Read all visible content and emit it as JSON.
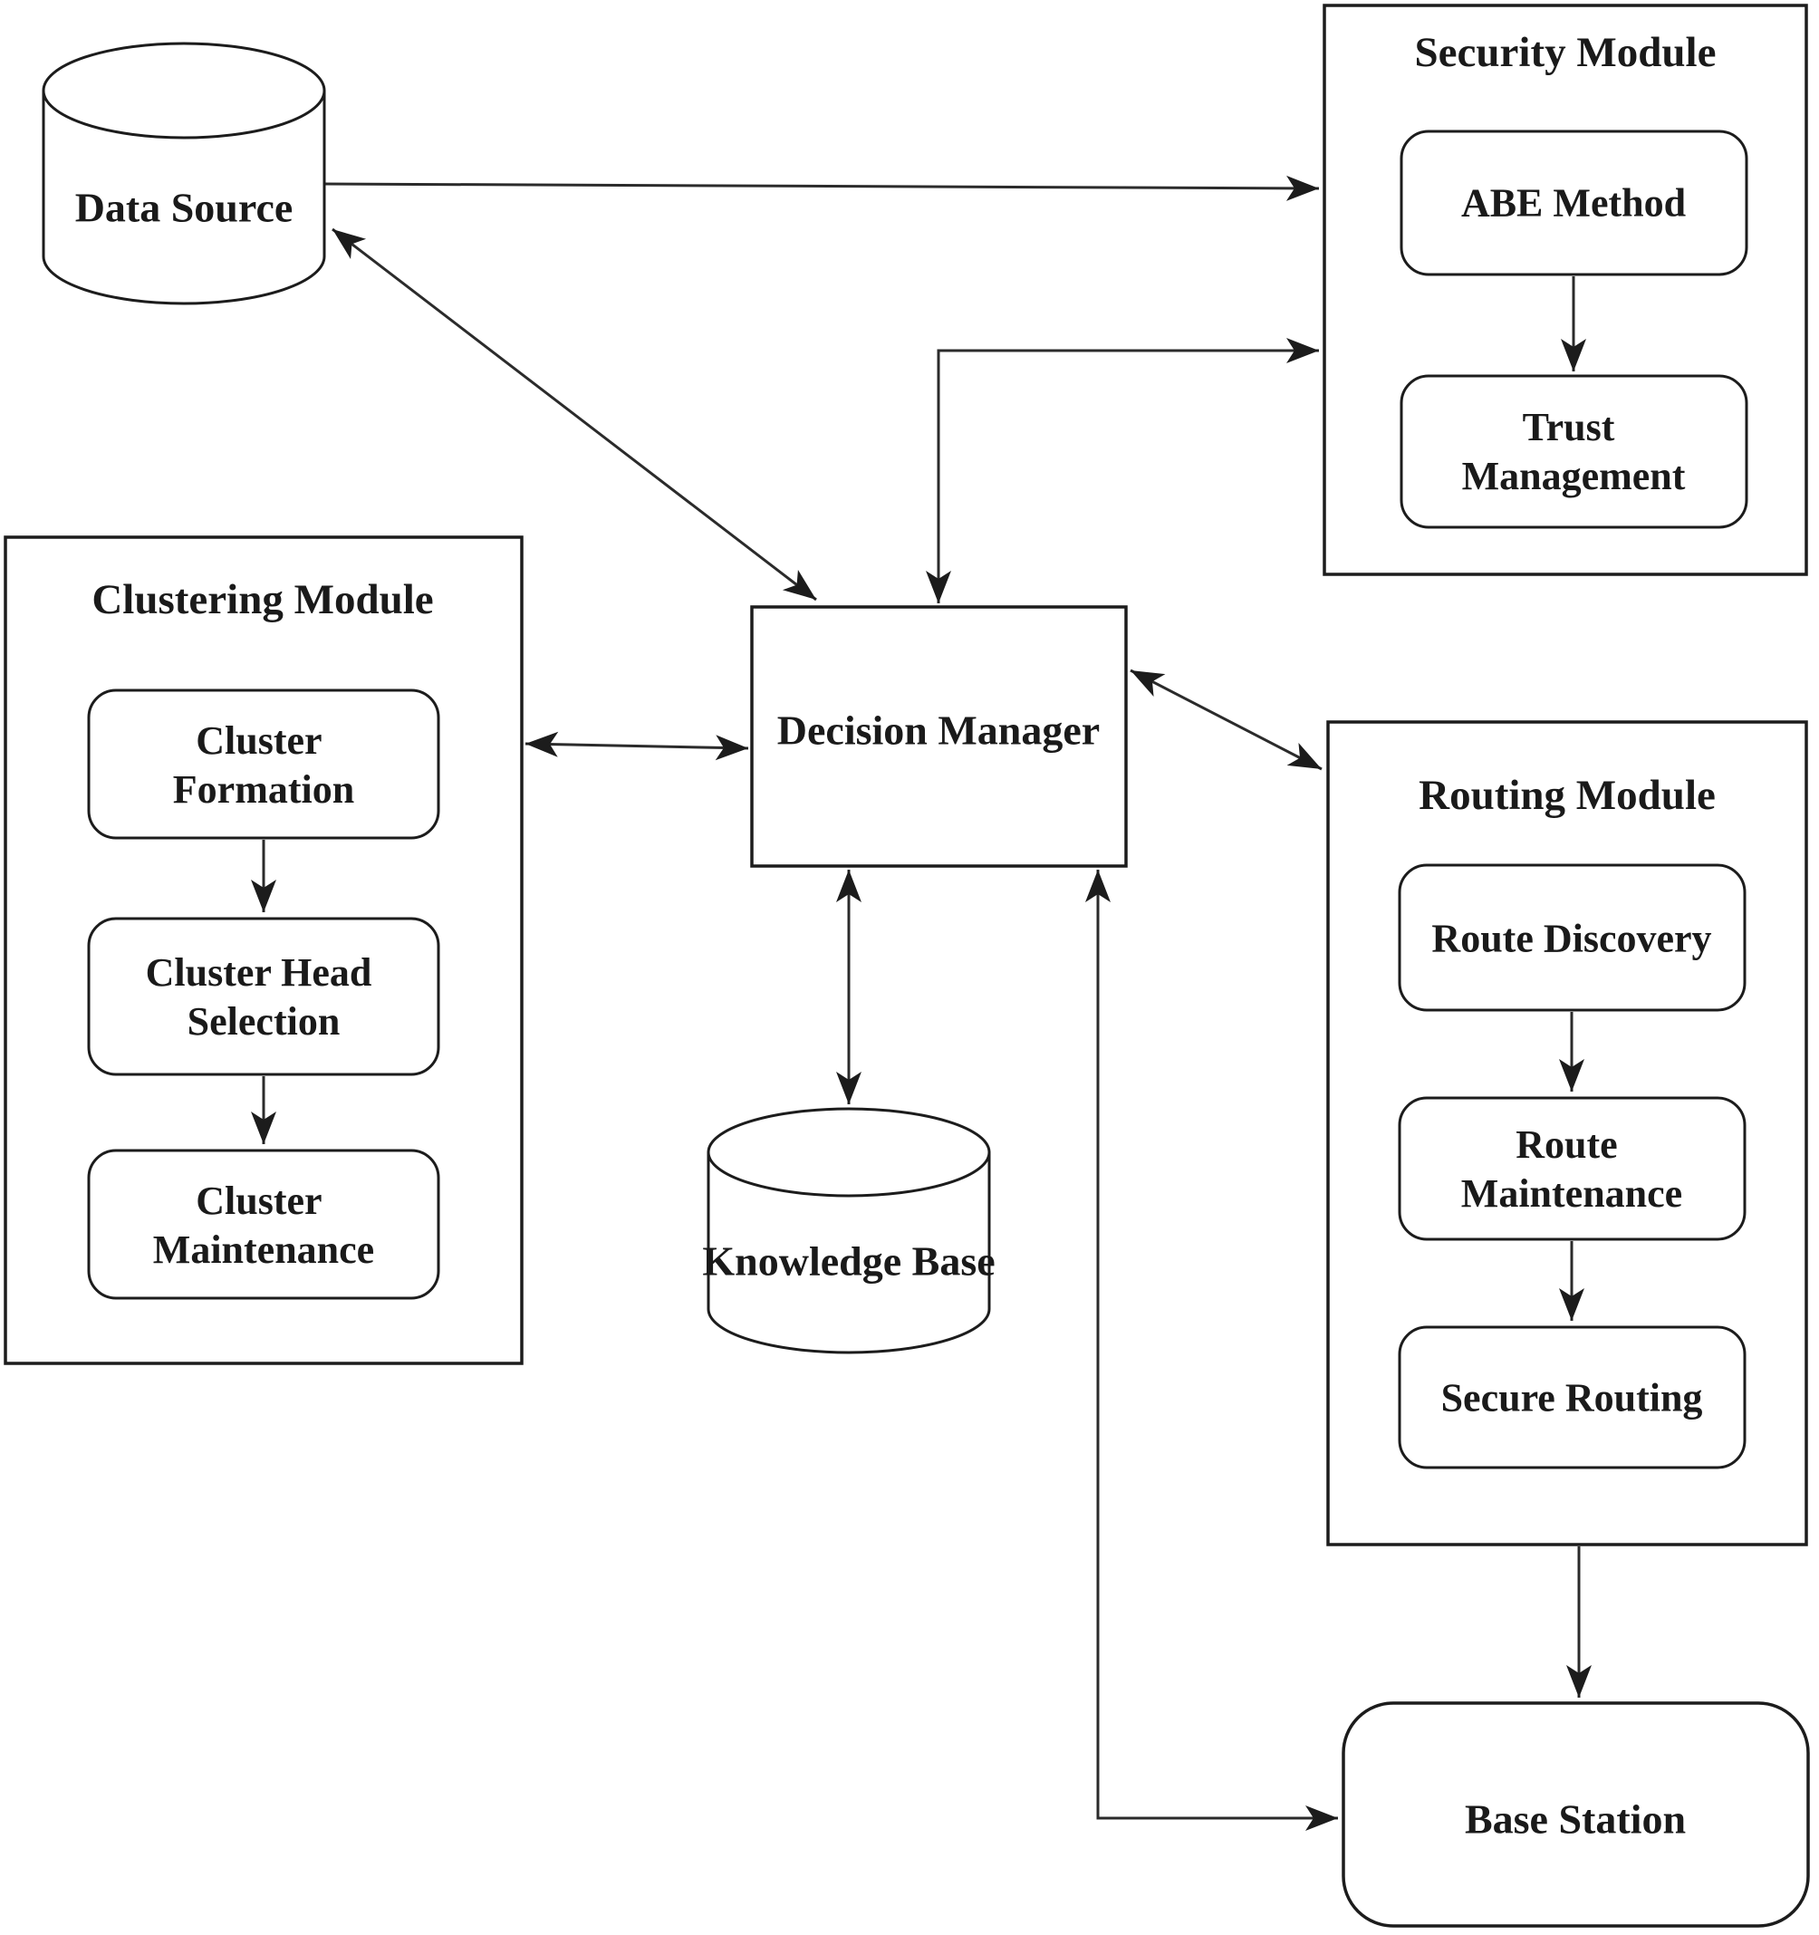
{
  "colors": {
    "background": "#ffffff",
    "stroke": "#1c1c1c",
    "text": "#1a1a1a"
  },
  "nodes": {
    "data_source": {
      "label": "Data Source",
      "shape": "cylinder"
    },
    "decision_manager": {
      "label": "Decision Manager",
      "shape": "rectangle"
    },
    "knowledge_base": {
      "label": "Knowledge Base",
      "shape": "cylinder"
    },
    "base_station": {
      "label": "Base Station",
      "shape": "rounded-rectangle"
    }
  },
  "security_module": {
    "title": "Security Module",
    "abe_method": {
      "label": "ABE Method"
    },
    "trust_management": {
      "line1": "Trust",
      "line2": "Management"
    }
  },
  "clustering_module": {
    "title": "Clustering Module",
    "cluster_formation": {
      "line1": "Cluster",
      "line2": "Formation"
    },
    "cluster_head_selection": {
      "line1": "Cluster Head",
      "line2": "Selection"
    },
    "cluster_maintenance": {
      "line1": "Cluster",
      "line2": "Maintenance"
    }
  },
  "routing_module": {
    "title": "Routing Module",
    "route_discovery": {
      "label": "Route Discovery"
    },
    "route_maintenance": {
      "line1": "Route",
      "line2": "Maintenance"
    },
    "secure_routing": {
      "label": "Secure Routing"
    }
  },
  "connections": [
    {
      "from": "Data Source",
      "to": "Security Module",
      "type": "arrow"
    },
    {
      "from": "Data Source",
      "to": "Decision Manager",
      "type": "double-arrow"
    },
    {
      "from": "Decision Manager",
      "to": "Security Module",
      "type": "double-arrow",
      "route": "elbow"
    },
    {
      "from": "ABE Method",
      "to": "Trust Management",
      "type": "arrow"
    },
    {
      "from": "Clustering Module",
      "to": "Decision Manager",
      "type": "double-arrow"
    },
    {
      "from": "Cluster Formation",
      "to": "Cluster Head Selection",
      "type": "arrow"
    },
    {
      "from": "Cluster Head Selection",
      "to": "Cluster Maintenance",
      "type": "arrow"
    },
    {
      "from": "Decision Manager",
      "to": "Knowledge Base",
      "type": "double-arrow"
    },
    {
      "from": "Decision Manager",
      "to": "Routing Module",
      "type": "double-arrow"
    },
    {
      "from": "Route Discovery",
      "to": "Route Maintenance",
      "type": "arrow"
    },
    {
      "from": "Route Maintenance",
      "to": "Secure Routing",
      "type": "arrow"
    },
    {
      "from": "Routing Module",
      "to": "Base Station",
      "type": "arrow"
    },
    {
      "from": "Decision Manager",
      "to": "Base Station",
      "type": "double-arrow",
      "route": "elbow"
    }
  ]
}
